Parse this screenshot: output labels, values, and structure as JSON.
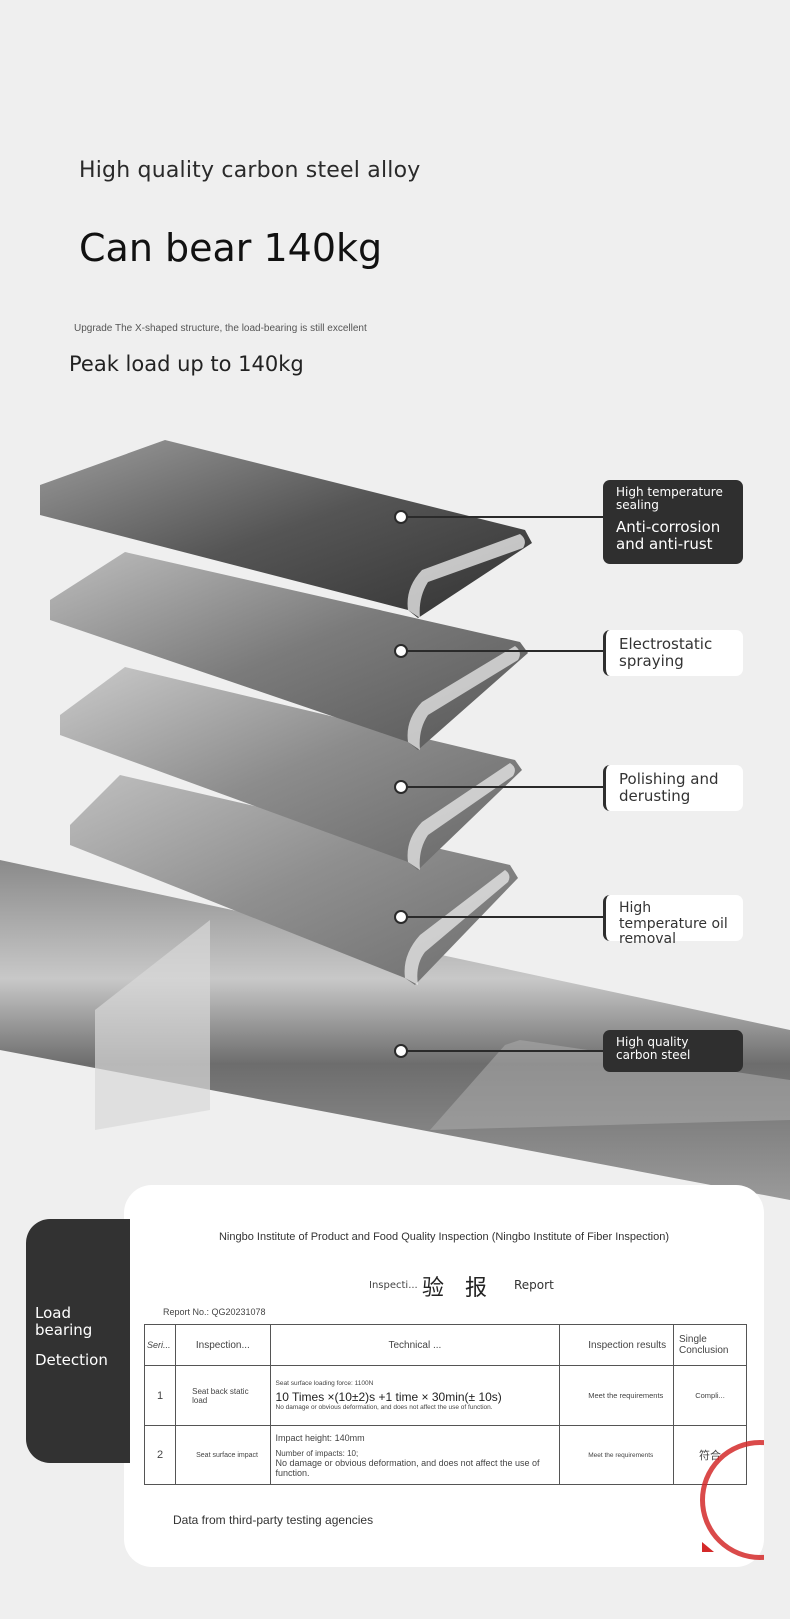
{
  "hero": {
    "subtitle": "High quality carbon steel alloy",
    "title": "Can bear 140kg",
    "note": "Upgrade The X-shaped structure, the load-bearing is still excellent",
    "peak": "Peak load up to 140kg"
  },
  "layers": [
    {
      "line1": "High temperature sealing",
      "line2": "Anti-corrosion and anti-rust"
    },
    {
      "text": "Electrostatic spraying"
    },
    {
      "text": "Polishing and derusting"
    },
    {
      "text": "High temperature oil removal"
    },
    {
      "text": "High quality carbon steel"
    }
  ],
  "side_tab": {
    "line1": "Load bearing",
    "line2": "Detection"
  },
  "report": {
    "institution": "Ningbo Institute of Product and Food Quality Inspection (Ningbo Institute of Fiber Inspection)",
    "title_prefix": "Inspecti...",
    "title_cn": "验   报",
    "title_suffix": "Report",
    "report_no": "Report No.: QG20231078",
    "columns": [
      "Seri...",
      "Inspection...",
      "Technical ...",
      "Inspection results",
      "Single Conclusion"
    ],
    "rows": [
      {
        "num": "1",
        "item": "Seat back static load",
        "tech_small": "Seat surface loading force: 1100N",
        "tech_main": "10 Times ×(10±2)s +1 time × 30min(± 10s)",
        "tech_note": "No damage or obvious deformation, and does not affect the use of function.",
        "result": "Meet the requirements",
        "conclusion": "Compli..."
      },
      {
        "num": "2",
        "item": "Seat surface impact",
        "tech_small": "Impact height: 140mm",
        "tech_main": "Number of impacts: 10;",
        "tech_note": "No damage or obvious deformation, and does not affect the use of function.",
        "result": "Meet the requirements",
        "conclusion": "符合"
      }
    ],
    "source": "Data from third-party testing agencies"
  },
  "colors": {
    "dark_callout": "#2f2f2f",
    "stamp": "#d42a2a",
    "background": "#efefef"
  }
}
